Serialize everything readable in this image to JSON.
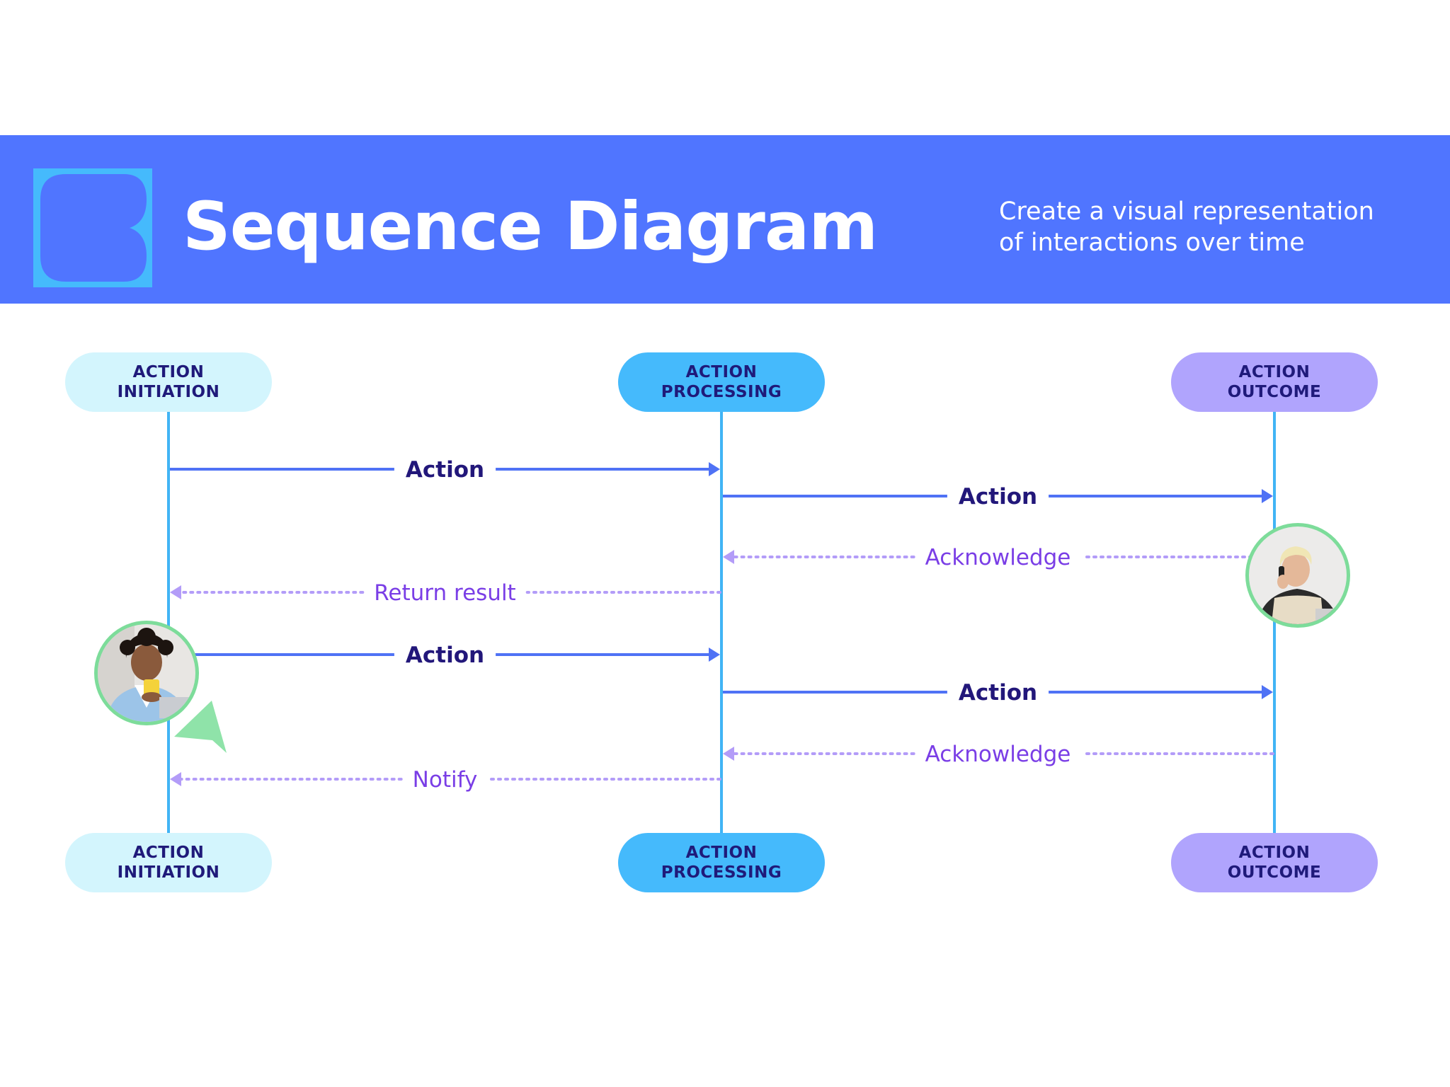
{
  "header": {
    "title": "Sequence Diagram",
    "subtitle_line1": "Create a visual representation",
    "subtitle_line2": "of interactions over time",
    "logo_icon": "stacked-rounded-blocks-icon"
  },
  "lifelines": [
    {
      "id": "initiation",
      "line1": "ACTION",
      "line2": "INITIATION",
      "color": "#d3f5fd",
      "line_color": "#41b4f5"
    },
    {
      "id": "processing",
      "line1": "ACTION",
      "line2": "PROCESSING",
      "color": "#45bafc",
      "line_color": "#41b4f5"
    },
    {
      "id": "outcome",
      "line1": "ACTION",
      "line2": "OUTCOME",
      "color": "#b0a4fd",
      "line_color": "#41b4f5"
    }
  ],
  "messages": [
    {
      "from": "initiation",
      "to": "processing",
      "label": "Action",
      "style": "solid"
    },
    {
      "from": "processing",
      "to": "outcome",
      "label": "Action",
      "style": "solid"
    },
    {
      "from": "outcome",
      "to": "processing",
      "label": "Acknowledge",
      "style": "dotted"
    },
    {
      "from": "processing",
      "to": "initiation",
      "label": "Return result",
      "style": "dotted"
    },
    {
      "from": "initiation",
      "to": "processing",
      "label": "Action",
      "style": "solid"
    },
    {
      "from": "processing",
      "to": "outcome",
      "label": "Action",
      "style": "solid"
    },
    {
      "from": "outcome",
      "to": "processing",
      "label": "Acknowledge",
      "style": "dotted"
    },
    {
      "from": "processing",
      "to": "initiation",
      "label": "Notify",
      "style": "dotted"
    }
  ],
  "avatars": [
    {
      "name": "avatar-man-with-mug",
      "lifeline": "initiation"
    },
    {
      "name": "avatar-person-on-phone",
      "lifeline": "outcome"
    }
  ],
  "colors": {
    "banner": "#5075ff",
    "solid_arrow": "#4f72f5",
    "dotted_arrow": "#b39cf8",
    "avatar_ring": "#7ddc9a",
    "cursor": "#8fe3a9"
  }
}
